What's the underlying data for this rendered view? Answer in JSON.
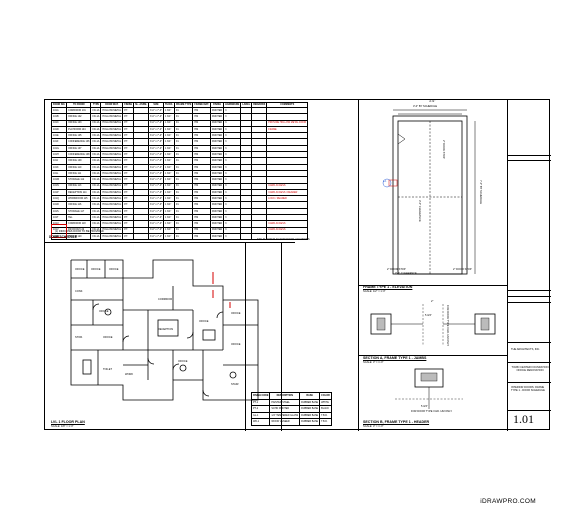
{
  "schedule": {
    "headers": [
      "DOOR NO.",
      "TO ROOM",
      "TYPE",
      "DOOR MAT.",
      "FINISH",
      "SL. ASSM.",
      "SIZE",
      "THICK.",
      "FRAME TYPE",
      "FRAME MAT.",
      "FINISH",
      "HARDWARE",
      "LABEL",
      "REMARKS",
      "COMMENTS"
    ],
    "rows": [
      [
        "101A",
        "CORRIDOR 101",
        "FD-1A",
        "HOLLOW METAL",
        "P.T.",
        "",
        "3'-0\" x 7'-0\"",
        "1 3/4\"",
        "F1",
        "HM",
        "PAINTED",
        "3",
        "",
        "",
        ""
      ],
      [
        "101B",
        "OFFICE 102",
        "FD-1A",
        "HOLLOW METAL",
        "P.T.",
        "",
        "3'-0\" x 7'-0\"",
        "1 3/4\"",
        "F1",
        "HM",
        "PAINTED",
        "3",
        "",
        "",
        ""
      ],
      [
        "101C",
        "OFFICE 103",
        "FD-1A",
        "HOLLOW METAL",
        "P.T.",
        "",
        "3'-0\" x 7'-0\"",
        "1 3/4\"",
        "F1",
        "HM",
        "PAINTED",
        "3",
        "",
        "",
        "PROVIDE HOLLOW METAL DOOR"
      ],
      [
        "101D",
        "PLATFORM 104",
        "FD-1A",
        "HOLLOW METAL",
        "P.T.",
        "",
        "3'-0\" x 7'-0\"",
        "1 3/4\"",
        "F1",
        "HM",
        "PAINTED",
        "3",
        "",
        "",
        "FRAME"
      ],
      [
        "101E",
        "OFFICE 105",
        "FD-1A",
        "HOLLOW METAL",
        "P.T.",
        "",
        "3'-0\" x 7'-0\"",
        "1 3/4\"",
        "F1",
        "HM",
        "PAINTED",
        "3",
        "",
        "",
        ""
      ],
      [
        "101F",
        "CONFERENCE 106",
        "FD-1A",
        "HOLLOW METAL",
        "P.T.",
        "",
        "3'-0\" x 7'-0\"",
        "1 3/4\"",
        "F1",
        "HM",
        "PAINTED",
        "3",
        "",
        "",
        ""
      ],
      [
        "101G",
        "OFFICE 107",
        "FD-1A",
        "HOLLOW METAL",
        "P.T.",
        "",
        "3'-0\" x 7'-0\"",
        "1 3/4\"",
        "F1",
        "HM",
        "PAINTED",
        "3",
        "",
        "",
        ""
      ],
      [
        "101H",
        "CONFERENCE 108",
        "FD-1A",
        "HOLLOW METAL",
        "P.T.",
        "",
        "3'-0\" x 7'-0\"",
        "1 3/4\"",
        "F1",
        "HM",
        "PAINTED",
        "3",
        "",
        "",
        ""
      ],
      [
        "101J",
        "OFFICE 109",
        "FD-1A",
        "HOLLOW METAL",
        "P.T.",
        "",
        "3'-0\" x 7'-0\"",
        "1 3/4\"",
        "F1",
        "HM",
        "PAINTED",
        "3",
        "",
        "",
        ""
      ],
      [
        "101K",
        "OFFICE 110",
        "FD-1A",
        "HOLLOW METAL",
        "P.T.",
        "",
        "3'-0\" x 7'-0\"",
        "1 3/4\"",
        "F1",
        "HM",
        "PAINTED",
        "3",
        "",
        "",
        ""
      ],
      [
        "101L",
        "OFFICE 111",
        "FD-1A",
        "HOLLOW METAL",
        "P.T.",
        "",
        "3'-0\" x 7'-0\"",
        "1 3/4\"",
        "F1",
        "HM",
        "PAINTED",
        "3",
        "",
        "",
        ""
      ],
      [
        "101M",
        "STORAGE 112",
        "FD-1A",
        "HOLLOW METAL",
        "P.T.",
        "",
        "3'-0\" x 7'-0\"",
        "1 3/4\"",
        "F1",
        "HM",
        "PAINTED",
        "3",
        "",
        "",
        ""
      ],
      [
        "101N",
        "OFFICE 113",
        "FD-1A",
        "HOLLOW METAL",
        "P.T.",
        "",
        "3'-0\" x 7'-0\"",
        "1 3/4\"",
        "F1",
        "HM",
        "PAINTED",
        "3",
        "",
        "",
        "CARD ACCESS"
      ],
      [
        "101P",
        "RECEPTION 114",
        "FD-1A",
        "HOLLOW METAL",
        "P.T.",
        "",
        "3'-0\" x 7'-0\"",
        "1 3/4\"",
        "F1",
        "HM",
        "PAINTED",
        "3",
        "",
        "",
        "CARD ACCESS / READER"
      ],
      [
        "101Q",
        "WORKROOM 115",
        "FD-1A",
        "HOLLOW METAL",
        "P.T.",
        "",
        "3'-0\" x 7'-0\"",
        "1 3/4\"",
        "F1",
        "HM",
        "PAINTED",
        "3",
        "",
        "",
        "LOCK / READER"
      ],
      [
        "101R",
        "OFFICE 116",
        "FD-1A",
        "HOLLOW METAL",
        "P.T.",
        "",
        "3'-0\" x 7'-0\"",
        "1 3/4\"",
        "F1",
        "HM",
        "PAINTED",
        "3",
        "",
        "",
        ""
      ],
      [
        "101S",
        "STORAGE 117",
        "FD-1A",
        "HOLLOW METAL",
        "P.T.",
        "",
        "3'-0\" x 7'-0\"",
        "1 3/4\"",
        "F1",
        "HM",
        "PAINTED",
        "3",
        "",
        "",
        ""
      ],
      [
        "101T",
        "TEL",
        "FD-1A",
        "HOLLOW METAL",
        "P.T.",
        "",
        "3'-0\" x 7'-0\"",
        "1 3/4\"",
        "F1",
        "HM",
        "PAINTED",
        "3",
        "",
        "",
        ""
      ],
      [
        "101U",
        "CORRIDOR 118",
        "FD-1A",
        "HOLLOW METAL",
        "P.T.",
        "",
        "3'-0\" x 7'-0\"",
        "1 3/4\"",
        "F1",
        "HM",
        "PAINTED",
        "3",
        "",
        "",
        "CARD ACCESS"
      ],
      [
        "101V",
        "RR ROOM 119",
        "FD-1A",
        "HOLLOW METAL",
        "P.T.",
        "",
        "3'-0\" x 7'-0\"",
        "1 3/4\"",
        "F1",
        "HM",
        "PAINTED",
        "3",
        "",
        "",
        "CARD ACCESS"
      ],
      [
        "101W",
        "OFFICE 120",
        "FD-1A",
        "HOLLOW METAL",
        "P.T.",
        "",
        "3'-0\" x 7'-0\"",
        "1 3/4\"",
        "F1",
        "HM",
        "PAINTED",
        "3",
        "",
        "",
        ""
      ]
    ],
    "title": "DOOR SCHEDULE",
    "legend_note": "(1) INDICATES DOOR TO BE PROVIDED",
    "table_note": "SEE FLOOR PLAN FOR DOOR LOCATIONS"
  },
  "floor_plan": {
    "title": "LVL 1 FLOOR PLAN",
    "scale": "SCALE: 1/8\" = 1'-0\""
  },
  "finish_legend": {
    "headers": [
      "FINISH CODE",
      "DESCRIPTION",
      "BASE",
      "COLOR"
    ],
    "rows": [
      [
        "PT-1",
        "PAINTED STEEL",
        "RUBBER BASE",
        "WHITE"
      ],
      [
        "PT-2",
        "SATIN PAINTED",
        "RUBBER BASE",
        "BLACK"
      ],
      [
        "GL-1",
        "1/4\" TEMPERED GLASS",
        "RUBBER BASE",
        "T.B.D."
      ],
      [
        "WD-1",
        "WOOD VENEER",
        "RUBBER BASE",
        "T.B.D."
      ]
    ]
  },
  "elevation": {
    "overall_width": "3'-6\"",
    "door_width": "3'-0\" BY SCHEDULE",
    "door_stop": "2\" DOOR STOP",
    "clearance": "3'-0\" CLEARANCE",
    "height": "7'-0\" BY SCHEDULE",
    "title": "FRAME TYPE 1 - ELEVATION",
    "scale": "SCALE: 1/2\" = 1'-0\"",
    "tag": "1A"
  },
  "jamb": {
    "title": "SECTION A, FRAME TYPE 1 - JAMBS",
    "scale": "SCALE: 3\" = 1'-0\"",
    "dim_top": "2\"",
    "dim_mid": "5 3/4\"",
    "note": "FOR DOOR TYPE II HD. HM ONLY"
  },
  "header_detail": {
    "title": "SECTION B, FRAME TYPE 1 - HEADER",
    "scale": "SCALE: 3\" = 1'-0\"",
    "dim": "5 3/4\"",
    "note": "FOR DOOR TYPE II HD. HM ONLY"
  },
  "title_block": {
    "company": "THE ARCHITECTS, INC.",
    "project": "TOWN CENTER FOUNDATION OFFICE RENOVATION",
    "sheet_title": "INTERIOR DOORS: FRAME TYPE 1 - DOOR SCHEDULE",
    "sheet_number": "1.01"
  },
  "watermark": "iDRAWPRO.COM"
}
